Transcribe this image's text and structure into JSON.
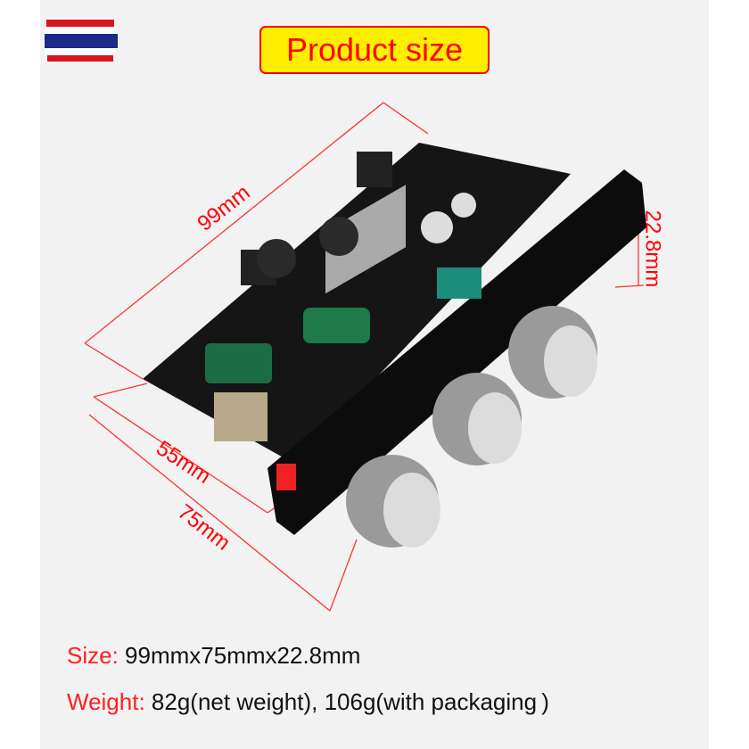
{
  "header": {
    "title": "Product size",
    "flag_icon": "thailand-flag-icon"
  },
  "dimensions": {
    "length": "99mm",
    "width": "55mm",
    "depth": "75mm",
    "height": "22.8mm"
  },
  "specs": {
    "size_label": "Size:",
    "size_value": "99mmx75mmx22.8mm",
    "weight_label": "Weight:",
    "weight_value": "82g(net weight), 106g(with packaging )"
  },
  "colors": {
    "accent": "#ff0000",
    "title_bg": "#ffee00",
    "background": "#f2f2f2"
  }
}
